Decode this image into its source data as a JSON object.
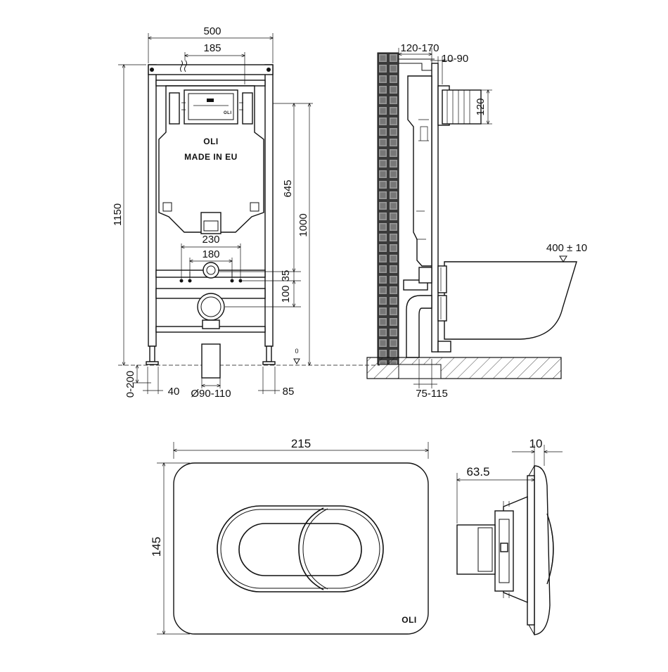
{
  "front_view": {
    "brand_logo": "OLI",
    "frame_label_brand": "OLI",
    "frame_label_made": "MADE IN EU",
    "dim_width": "500",
    "dim_top_inner": "185",
    "dim_height_total": "1150",
    "dim_height_1000": "1000",
    "dim_height_645": "645",
    "dim_230": "230",
    "dim_180": "180",
    "dim_35": "35",
    "dim_100": "100",
    "dim_0_200": "0-200",
    "dim_40": "40",
    "dim_pipe": "Ø90-110",
    "dim_85": "85",
    "level_zero": "0"
  },
  "side_view": {
    "dim_120_170": "120-170",
    "dim_10_90": "10-90",
    "dim_120": "120",
    "dim_400": "400 ± 10",
    "dim_75_115": "75-115"
  },
  "plate_front": {
    "dim_width": "215",
    "dim_height": "145",
    "logo": "OLI"
  },
  "plate_side": {
    "dim_10": "10",
    "dim_63_5": "63.5"
  }
}
